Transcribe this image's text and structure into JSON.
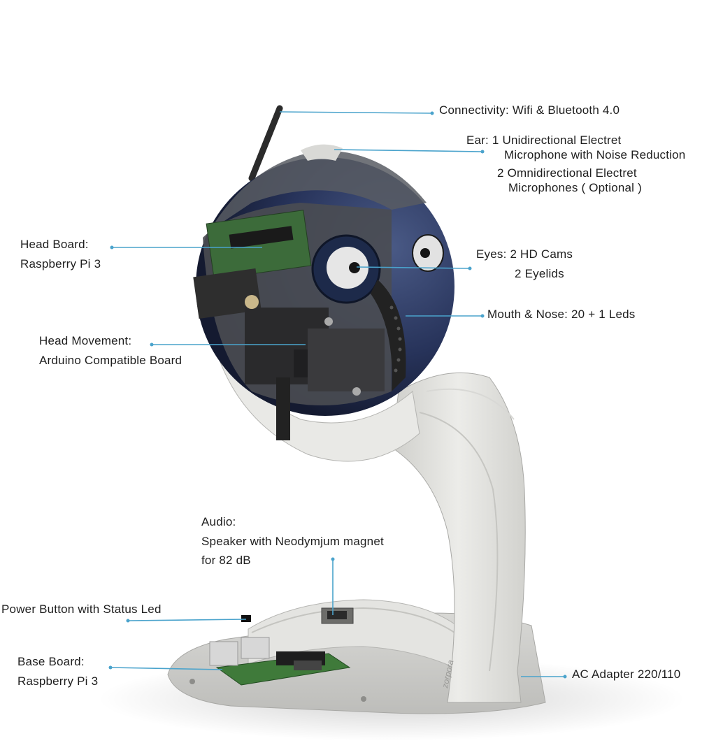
{
  "labels": {
    "connectivity": "Connectivity: Wifi & Bluetooth 4.0",
    "ear_line1": "Ear: 1 Unidirectional Electret",
    "ear_line2": "Microphone with Noise Reduction",
    "ear_line3": "2 Omnidirectional Electret",
    "ear_line4": "Microphones ( Optional )",
    "head_board_line1": "Head Board:",
    "head_board_line2": "Raspberry Pi 3",
    "eyes_line1": "Eyes: 2 HD Cams",
    "eyes_line2": "2 Eyelids",
    "mouth": "Mouth & Nose: 20 + 1 Leds",
    "head_movement_line1": "Head Movement:",
    "head_movement_line2": "Arduino Compatible Board",
    "audio_line1": "Audio:",
    "audio_line2": "Speaker with Neodymjum magnet",
    "audio_line3": "for 82 dB",
    "power": "Power Button with Status Led",
    "base_board_line1": "Base Board:",
    "base_board_line2": "Raspberry Pi 3",
    "ac_adapter": "AC Adapter 220/110"
  },
  "brand_mark": "zorpora",
  "colors": {
    "leader": "#4aa3cc",
    "text": "#1e1e1e",
    "shell": "#e6e6e3",
    "dome": "#2c3a5e",
    "board": "#3f7a3a"
  }
}
